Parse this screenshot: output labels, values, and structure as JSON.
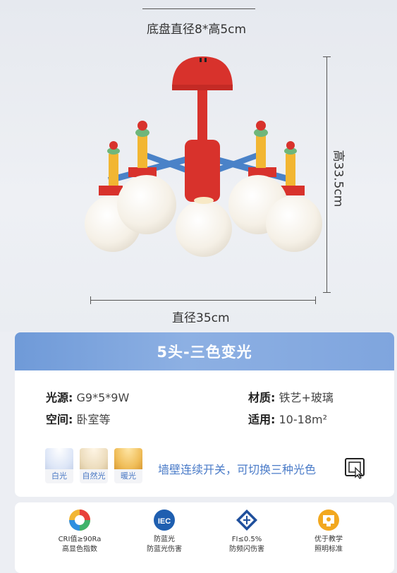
{
  "dimensions": {
    "base": "底盘直径8*高5cm",
    "height": "高33.5cm",
    "diameter": "直径35cm"
  },
  "spec_card": {
    "title": "5头-三色变光",
    "light_source_label": "光源:",
    "light_source_value": "G9*5*9W",
    "material_label": "材质:",
    "material_value": "铁艺+玻璃",
    "space_label": "空间:",
    "space_value": "卧室等",
    "usage_label": "适用:",
    "usage_value": "10-18m²",
    "swatches": [
      {
        "label": "白光",
        "color": "#e9f0ff"
      },
      {
        "label": "自然光",
        "color": "#f6ead2"
      },
      {
        "label": "暖光",
        "color": "#f4c66a"
      }
    ],
    "switch_text": "墙壁连续开关，可切换三种光色"
  },
  "features": [
    {
      "line1": "CRI值≥90Ra",
      "line2": "高显色指数",
      "icon": "color-wheel-icon"
    },
    {
      "line1": "防蓝光",
      "line2": "防蓝光伤害",
      "icon": "iec-icon"
    },
    {
      "line1": "FI≤0.5%",
      "line2": "防频闪伤害",
      "icon": "diamond-shield-icon"
    },
    {
      "line1": "优于教学",
      "line2": "照明标准",
      "icon": "certificate-icon"
    }
  ],
  "colors": {
    "red": "#d8322c",
    "blue": "#4a82c8",
    "yellow": "#f2b632",
    "green": "#6fb67a",
    "glass": "#f7f3ec",
    "header_blue": "#7fa5de"
  }
}
